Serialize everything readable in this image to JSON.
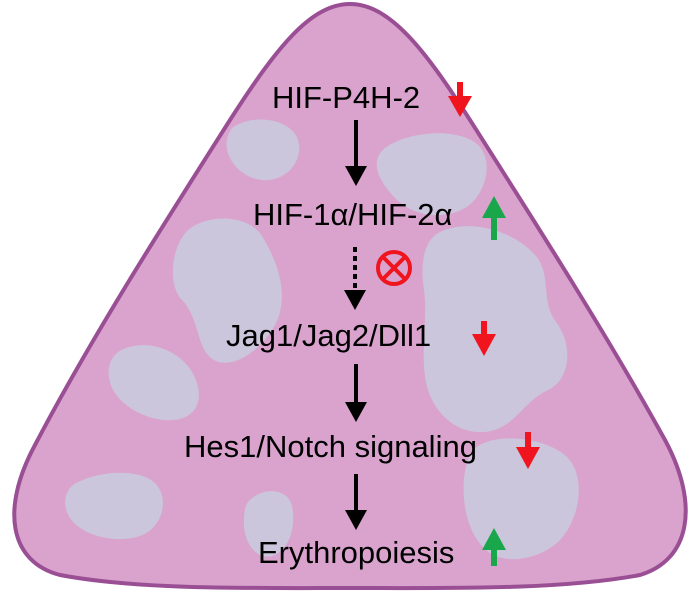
{
  "diagram": {
    "colors": {
      "tissue_fill": "#D9A3CD",
      "tissue_outline": "#9A4F95",
      "cell_fill": "#CCC6DD",
      "arrow_black": "#000000",
      "arrow_up": "#1AA64B",
      "arrow_down": "#F0141E",
      "inhibit": "#F0141E"
    },
    "nodes": [
      {
        "id": "hif-p4h2",
        "label": "HIF-P4H-2",
        "change": "down"
      },
      {
        "id": "hif-alpha",
        "label": "HIF-1α/HIF-2α",
        "change": "up"
      },
      {
        "id": "jag",
        "label": "Jag1/Jag2/Dll1",
        "change": "down"
      },
      {
        "id": "hes",
        "label": "Hes1/Notch signaling",
        "change": "down"
      },
      {
        "id": "erythropoiesis",
        "label": "Erythropoiesis",
        "change": "up"
      }
    ],
    "edges": [
      {
        "from": "hif-p4h2",
        "to": "hif-alpha",
        "style": "solid"
      },
      {
        "from": "hif-alpha",
        "to": "jag",
        "style": "dashed",
        "inhibited": true
      },
      {
        "from": "jag",
        "to": "hes",
        "style": "solid"
      },
      {
        "from": "hes",
        "to": "erythropoiesis",
        "style": "solid"
      }
    ]
  }
}
